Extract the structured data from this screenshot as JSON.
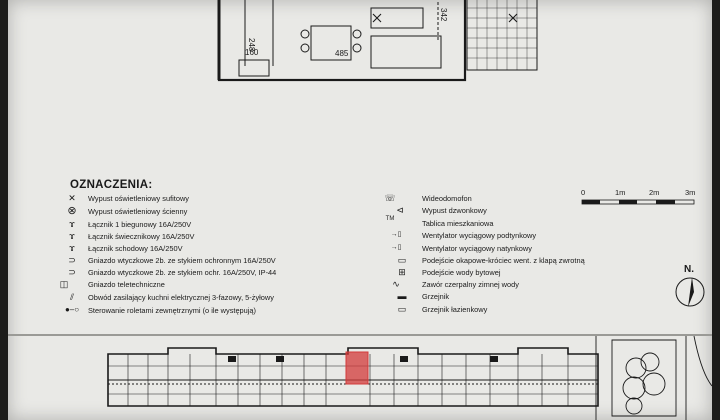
{
  "plan": {
    "dims": [
      "248",
      "160",
      "485",
      "342"
    ]
  },
  "legend": {
    "title": "OZNACZENIA:",
    "left": [
      {
        "icon": "ceiling-light-icon",
        "glyph": "✕",
        "label": "Wypust oświetleniowy sufitowy"
      },
      {
        "icon": "wall-light-icon",
        "glyph": "⊗",
        "label": "Wypust oświetleniowy ścienny"
      },
      {
        "icon": "single-switch-icon",
        "glyph": "ɤ",
        "label": "Łącznik 1 biegunowy 16A/250V"
      },
      {
        "icon": "chandelier-switch-icon",
        "glyph": "ɤ",
        "label": "Łącznik świecznikowy 16A/250V"
      },
      {
        "icon": "stair-switch-icon",
        "glyph": "ɤ",
        "label": "Łącznik schodowy 16A/250V"
      },
      {
        "icon": "socket-icon",
        "glyph": "⊃",
        "label": "Gniazdo wtyczkowe 2b. ze stykiem ochronnym 16A/250V"
      },
      {
        "icon": "socket-ip44-icon",
        "glyph": "⊃",
        "label": "Gniazdo wtyczkowe 2b. ze stykiem ochr. 16A/250V, IP-44"
      },
      {
        "icon": "telecom-socket-icon",
        "glyph": "◫",
        "label": "Gniazdo teletechniczne"
      },
      {
        "icon": "kitchen-circuit-icon",
        "glyph": "⫽",
        "label": "Obwód zasilający kuchni elektrycznej 3-fazowy, 5-żyłowy"
      },
      {
        "icon": "shutter-control-icon",
        "glyph": "●–○",
        "label": "Sterowanie roletami zewnętrznymi (o ile występują)"
      }
    ],
    "right": [
      {
        "icon": "video-intercom-icon",
        "glyph": "☏",
        "label": "Wideodomofon"
      },
      {
        "icon": "bell-outlet-icon",
        "glyph": "⊲",
        "label": "Wypust dzwonkowy"
      },
      {
        "icon": "apartment-panel-icon",
        "glyph": "TM",
        "label": "Tablica mieszkaniowa"
      },
      {
        "icon": "ceiling-fan-icon",
        "glyph": "→▯",
        "label": "Wentylator wyciągowy podtynkowy"
      },
      {
        "icon": "surface-fan-icon",
        "glyph": "→▯",
        "label": "Wentylator wyciągowy natynkowy"
      },
      {
        "icon": "hood-connection-icon",
        "glyph": "▭",
        "label": "Podejście okapowe-króciec went. z klapą zwrotną"
      },
      {
        "icon": "water-connection-icon",
        "glyph": "⊞",
        "label": "Podejście wody bytowej"
      },
      {
        "icon": "cold-water-valve-icon",
        "glyph": "∿",
        "label": "Zawór czerpalny zimnej wody"
      },
      {
        "icon": "radiator-icon",
        "glyph": "▬",
        "label": "Grzejnik"
      },
      {
        "icon": "bathroom-radiator-icon",
        "glyph": "▭",
        "label": "Grzejnik łazienkowy"
      }
    ]
  },
  "scale": {
    "labels": [
      "0",
      "1m",
      "2m",
      "3m"
    ]
  },
  "north": {
    "label": "N."
  },
  "colors": {
    "highlight": "#d23a3a",
    "ink": "#1a1a1a",
    "paper": "#e9e9e6"
  }
}
